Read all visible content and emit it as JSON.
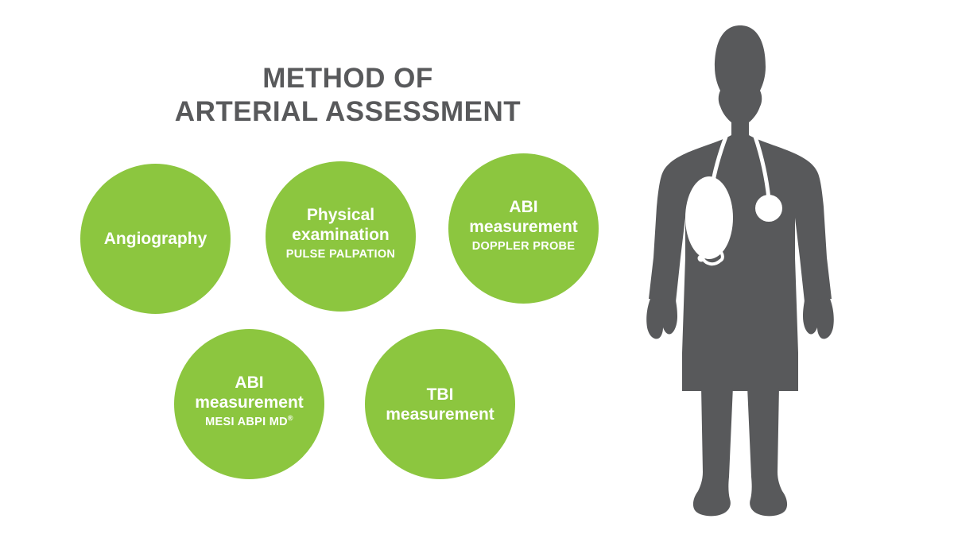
{
  "page": {
    "background_color": "#ffffff",
    "accent_green": "#8cc63f",
    "text_gray": "#58595b",
    "circle_text_color": "#ffffff"
  },
  "title": {
    "line1": "METHOD OF",
    "line2": "ARTERIAL ASSESSMENT",
    "full": "METHOD OF ARTERIAL ASSESSMENT"
  },
  "methods": [
    {
      "id": "angiography",
      "main_line1": "Angiography",
      "main_line2": "",
      "subtitle": "",
      "subtitle_sup": ""
    },
    {
      "id": "physical-exam",
      "main_line1": "Physical",
      "main_line2": "examination",
      "subtitle": "PULSE PALPATION",
      "subtitle_sup": ""
    },
    {
      "id": "abi-doppler",
      "main_line1": "ABI",
      "main_line2": "measurement",
      "subtitle": "DOPPLER PROBE",
      "subtitle_sup": ""
    },
    {
      "id": "abi-mesi",
      "main_line1": "ABI",
      "main_line2": "measurement",
      "subtitle": "MESI ABPI MD",
      "subtitle_sup": "®"
    },
    {
      "id": "tbi",
      "main_line1": "TBI",
      "main_line2": "measurement",
      "subtitle": "",
      "subtitle_sup": ""
    }
  ],
  "illustration": {
    "name": "doctor-silhouette",
    "description": "Doctor in lab coat with stethoscope",
    "silhouette_color": "#58595b",
    "stethoscope_color": "#ffffff"
  }
}
